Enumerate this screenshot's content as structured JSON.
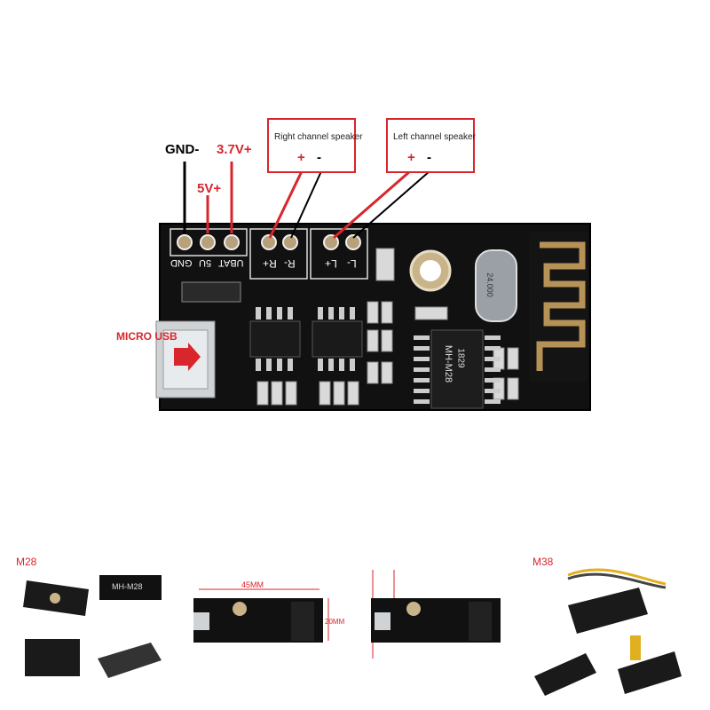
{
  "labels": {
    "gnd": "GND-",
    "v37": "3.7V+",
    "v5": "5V+",
    "micro_usb": "MICRO USB",
    "right_speaker": "Right channel speaker",
    "left_speaker": "Left channel speaker",
    "plus": "+",
    "minus": "-"
  },
  "board": {
    "pad_labels": [
      "GND",
      "5U",
      "UBAT",
      "R+",
      "R-",
      "L+",
      "L-"
    ],
    "chip_text": "MH-M28",
    "chip_code": "1829",
    "crystal_text": "24.000"
  },
  "thumbnails": {
    "t1_caption": "M28",
    "t2_dimension": "45MM",
    "t2_height": "20MM",
    "t4_caption": "M38",
    "t1_chip_label": "MH-M28"
  },
  "colors": {
    "accent_red": "#d8262c",
    "pcb": "#0f0f0f"
  }
}
